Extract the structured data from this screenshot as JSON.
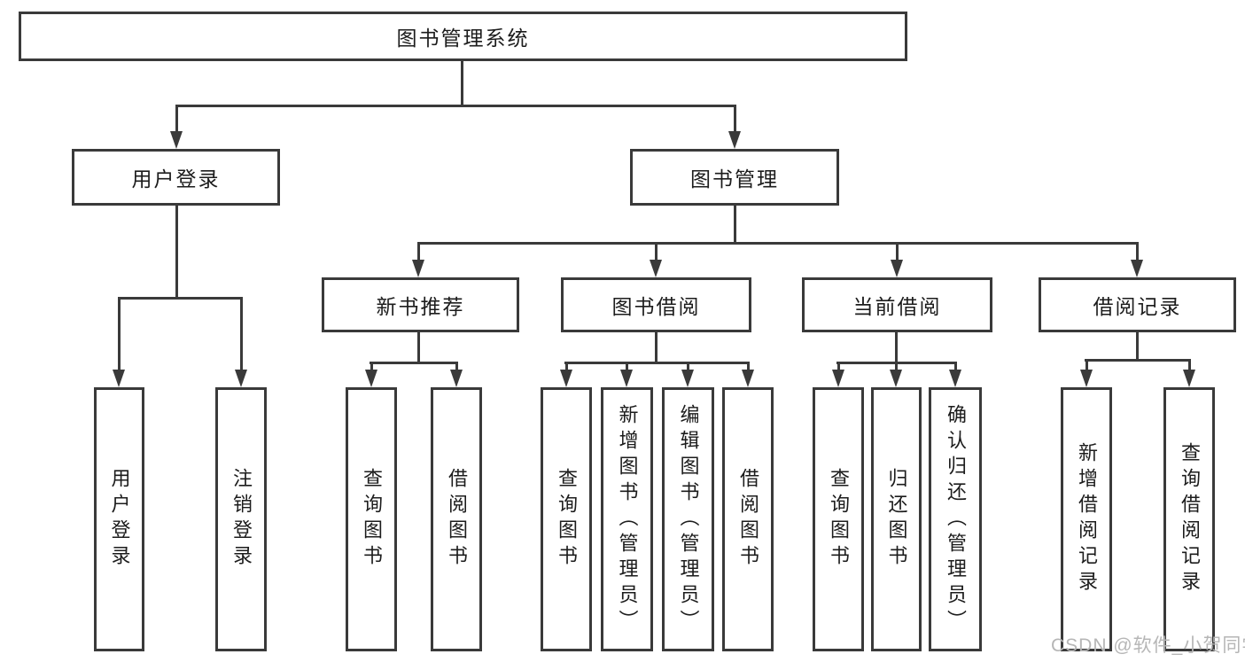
{
  "diagram": {
    "root": {
      "label": "图书管理系统"
    },
    "level2": [
      {
        "id": "user-login",
        "label": "用户登录"
      },
      {
        "id": "book-management",
        "label": "图书管理"
      }
    ],
    "level3": [
      {
        "id": "new-book-recommendation",
        "label": "新书推荐"
      },
      {
        "id": "book-borrowing",
        "label": "图书借阅"
      },
      {
        "id": "current-borrowing",
        "label": "当前借阅"
      },
      {
        "id": "borrowing-records",
        "label": "借阅记录"
      }
    ],
    "leaves": {
      "user_login_group": [
        "用户登录",
        "注销登录"
      ],
      "new_book_group": [
        "查询图书",
        "借阅图书"
      ],
      "book_borrow_group": [
        "查询图书",
        "新增图书（管理员）",
        "编辑图书（管理员）",
        "借阅图书"
      ],
      "current_borrow_group": [
        "查询图书",
        "归还图书",
        "确认归还（管理员）"
      ],
      "records_group": [
        "新增借阅记录",
        "查询借阅记录"
      ]
    }
  },
  "watermark": {
    "text": "CSDN @软件_小贺同学",
    "color": "#b6b6b6"
  },
  "colors": {
    "line": "#3a3a3a",
    "text": "#1c1c1c",
    "box_background": "#ffffff",
    "page_background": "#ffffff"
  }
}
